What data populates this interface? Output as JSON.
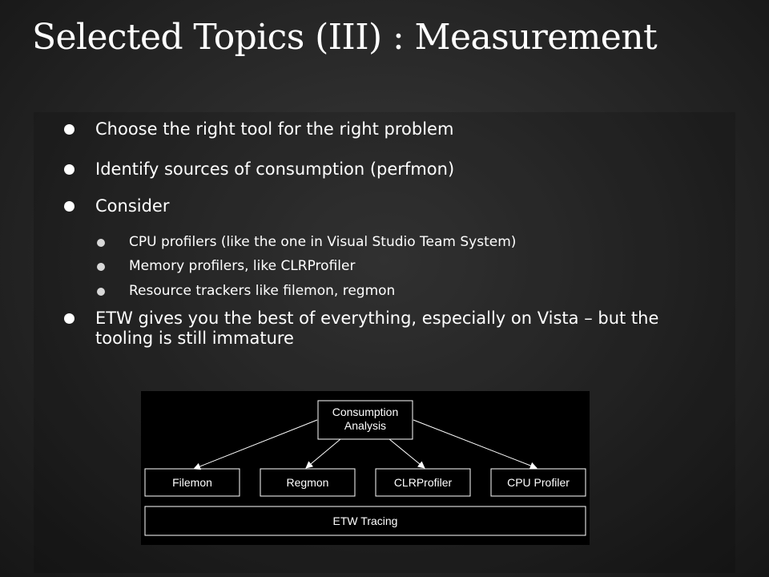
{
  "slide": {
    "title": "Selected Topics (III) : Measurement"
  },
  "bullets": [
    {
      "level": 1,
      "text": "Choose the right tool for the right problem"
    },
    {
      "level": 1,
      "text": "Identify sources of consumption (perfmon)"
    },
    {
      "level": 1,
      "text": "Consider"
    },
    {
      "level": 2,
      "text": "CPU profilers (like the one in Visual Studio Team System)"
    },
    {
      "level": 2,
      "text": "Memory profilers, like CLRProfiler"
    },
    {
      "level": 2,
      "text": "Resource trackers like filemon, regmon"
    },
    {
      "level": 1,
      "text": "ETW gives you the best of everything, especially on Vista – but the tooling is still immature"
    }
  ],
  "diagram": {
    "root": {
      "line1": "Consumption",
      "line2": "Analysis"
    },
    "tools": [
      "Filemon",
      "Regmon",
      "CLRProfiler",
      "CPU Profiler"
    ],
    "base": "ETW Tracing"
  }
}
